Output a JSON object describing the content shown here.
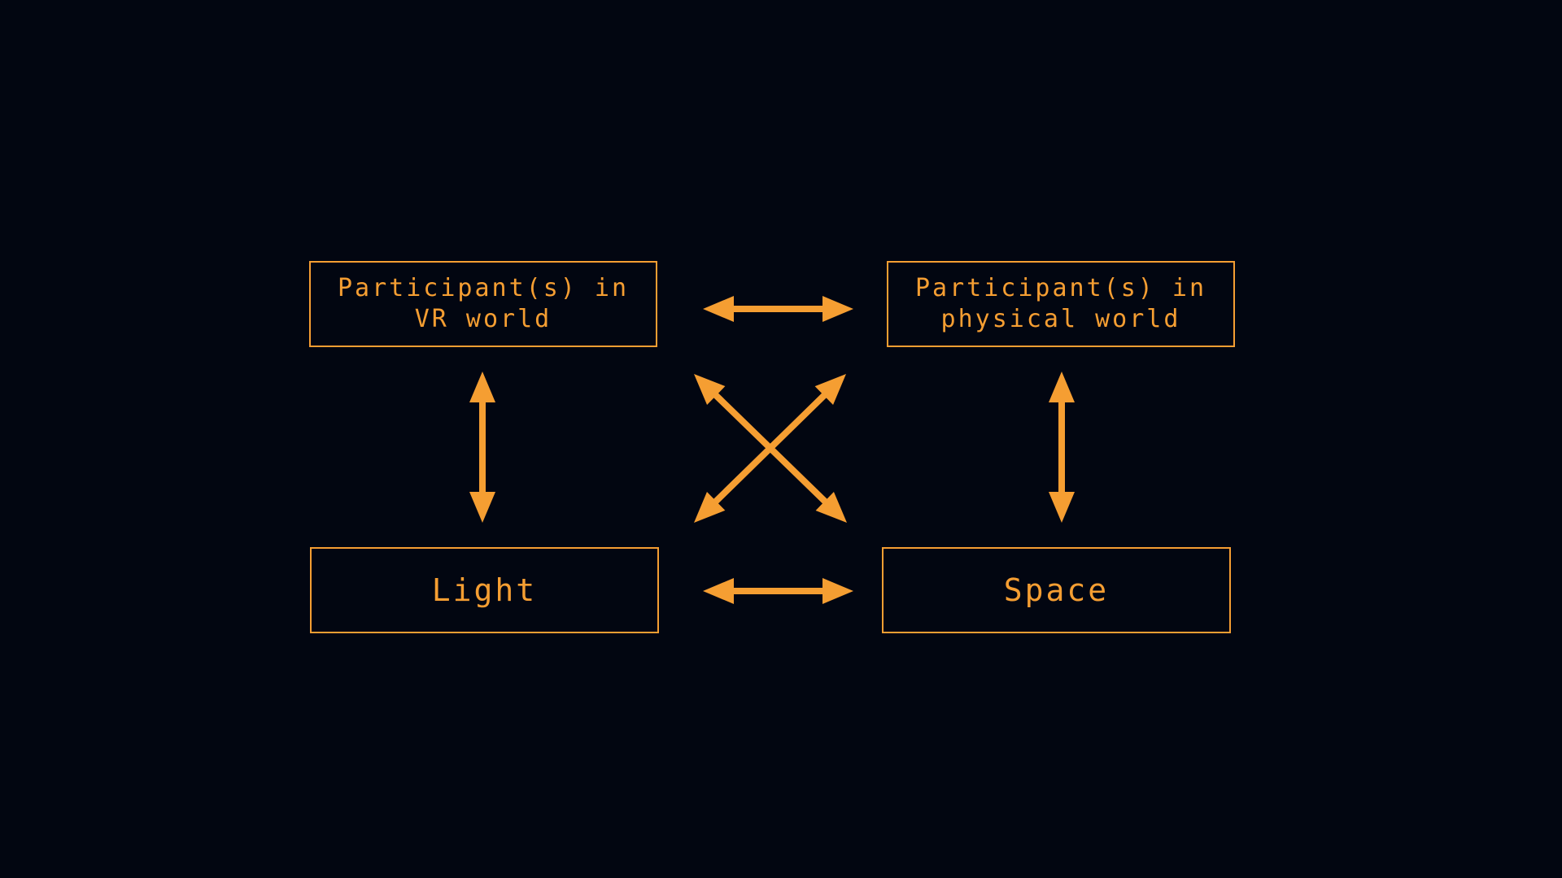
{
  "colors": {
    "background": "#020611",
    "accent": "#f59e32"
  },
  "nodes": {
    "vr": {
      "line1": "Participant(s) in",
      "line2": "VR world"
    },
    "physical": {
      "line1": "Participant(s) in",
      "line2": "physical world"
    },
    "light": {
      "label": "Light"
    },
    "space": {
      "label": "Space"
    }
  },
  "connections": [
    {
      "from": "vr",
      "to": "physical",
      "direction": "both"
    },
    {
      "from": "vr",
      "to": "light",
      "direction": "both"
    },
    {
      "from": "physical",
      "to": "space",
      "direction": "both"
    },
    {
      "from": "light",
      "to": "space",
      "direction": "both"
    },
    {
      "from": "vr",
      "to": "space",
      "direction": "both"
    },
    {
      "from": "physical",
      "to": "light",
      "direction": "both"
    }
  ]
}
